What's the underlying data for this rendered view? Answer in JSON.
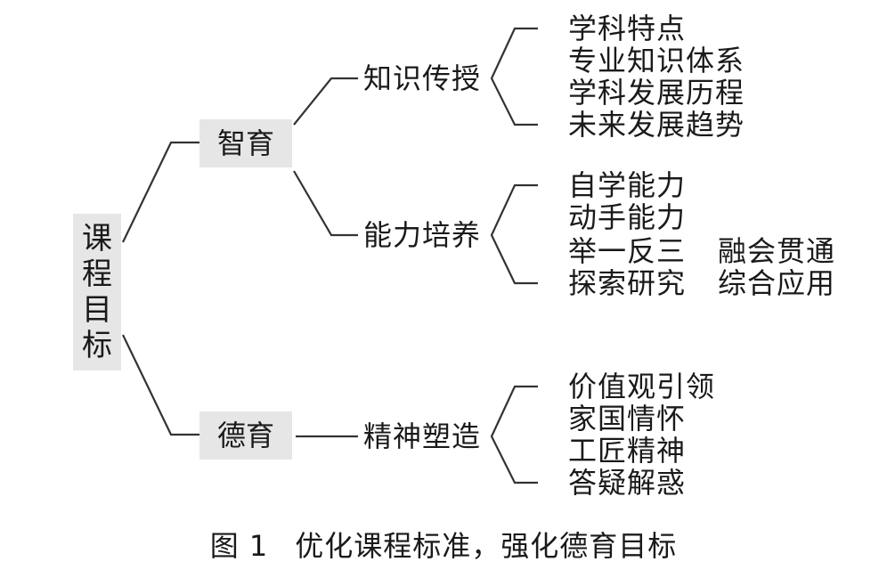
{
  "root": {
    "chars": [
      "课",
      "程",
      "目",
      "标"
    ]
  },
  "level1": [
    {
      "label": "智育"
    },
    {
      "label": "德育"
    }
  ],
  "level2": [
    {
      "label": "知识传授"
    },
    {
      "label": "能力培养"
    },
    {
      "label": "精神塑造"
    }
  ],
  "knowledge_items": [
    "学科特点",
    "专业知识体系",
    "学科发展历程",
    "未来发展趋势"
  ],
  "ability_items": [
    "自学能力",
    "动手能力",
    "举一反三",
    "探索研究"
  ],
  "ability_extra": [
    "融会贯通",
    "综合应用"
  ],
  "spirit_items": [
    "价值观引领",
    "家国情怀",
    "工匠精神",
    "答疑解惑"
  ],
  "caption": {
    "figure_no": "图 1",
    "text": "优化课程标准，强化德育目标"
  }
}
